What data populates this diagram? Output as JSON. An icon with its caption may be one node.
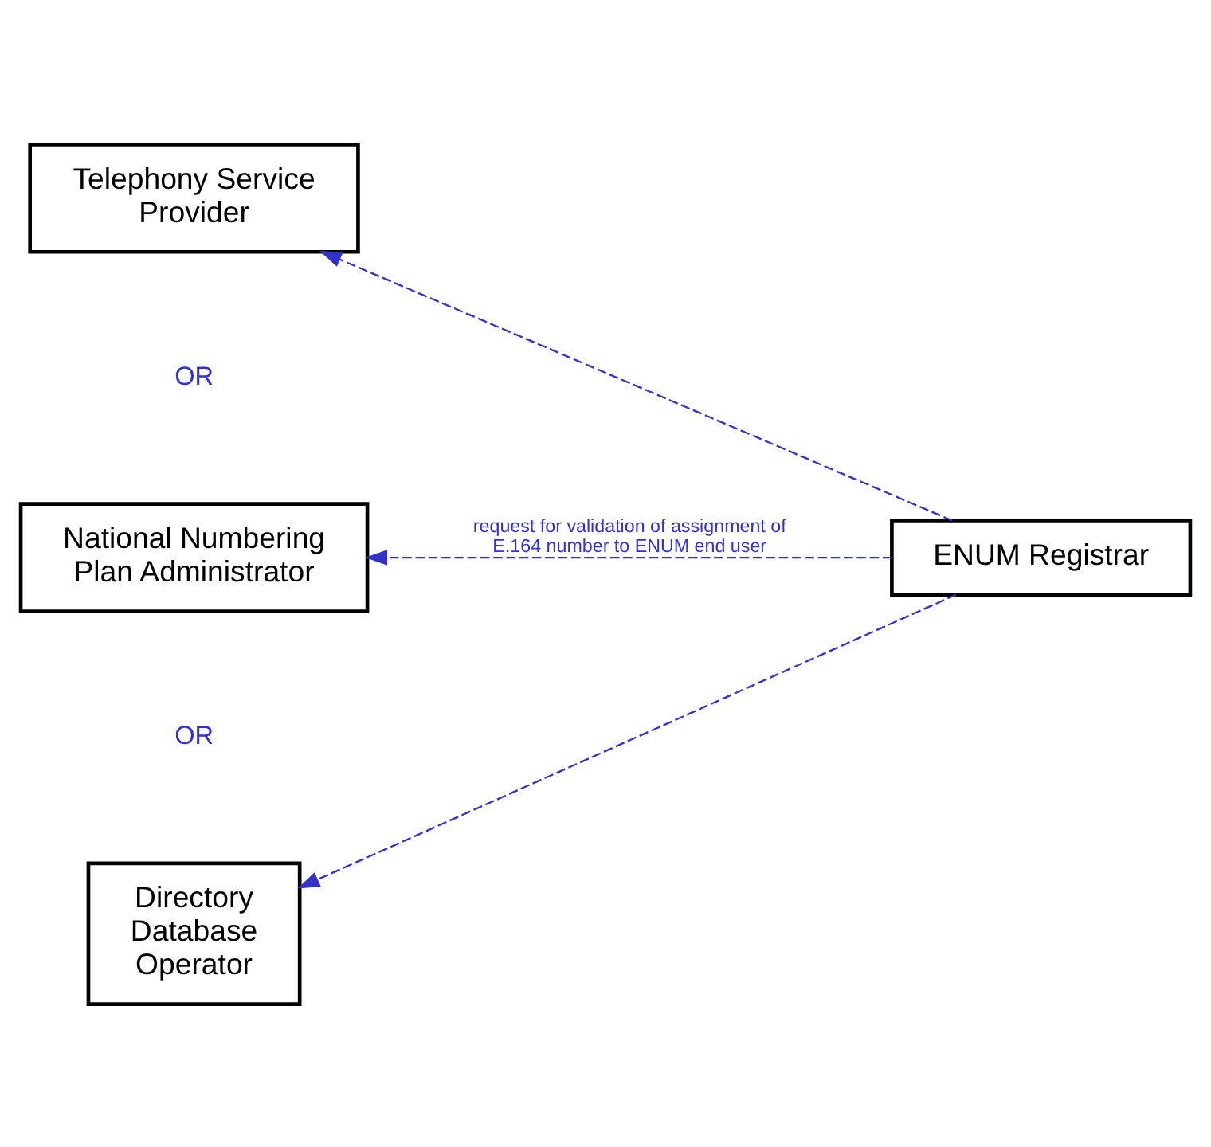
{
  "diagram": {
    "nodes": [
      {
        "text": [
          "Telephony Service Provider"
        ]
      },
      {
        "text": [
          "National Numbering Plan Administrator"
        ]
      },
      {
        "text": [
          "Directory Database Operator"
        ]
      },
      {
        "text": [
          "ENUM Registrar"
        ]
      }
    ],
    "edges": [
      {
        "from": 3,
        "to": 0,
        "arrow": "to",
        "style": "dashed",
        "color": "#3333cc"
      },
      {
        "from": 3,
        "to": 1,
        "arrow": "to",
        "style": "dashed",
        "color": "#3333cc",
        "label": "request for validation of assignment of E.164 number to ENUM end user"
      },
      {
        "from": 3,
        "to": 2,
        "arrow": "to",
        "style": "dashed",
        "color": "#3333cc"
      }
    ],
    "labels": [
      "OR",
      "OR"
    ]
  }
}
